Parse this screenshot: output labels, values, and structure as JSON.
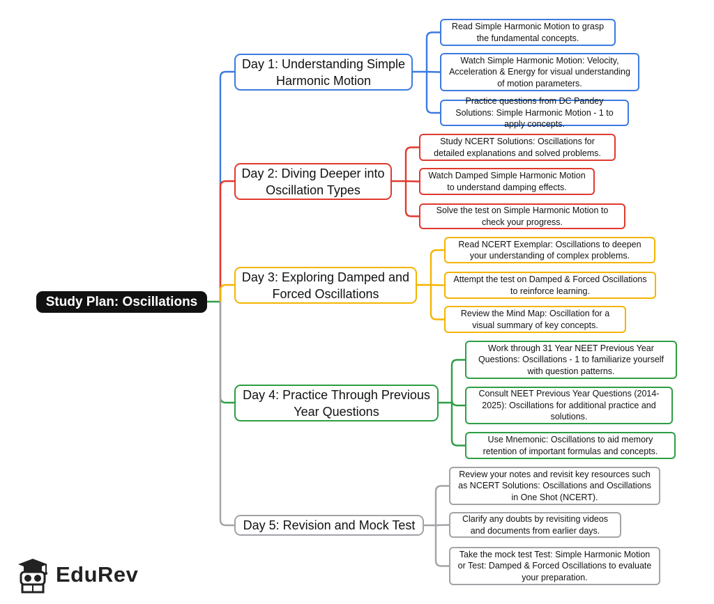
{
  "root": {
    "label": "Study Plan: Oscillations"
  },
  "colors": {
    "day1": "#3b7be0",
    "day2": "#e0392f",
    "day3": "#f4b400",
    "day4": "#2e9e44",
    "day5": "#a3a3a8"
  },
  "days": [
    {
      "label": "Day 1: Understanding Simple Harmonic Motion",
      "tasks": [
        "Read Simple Harmonic Motion to grasp the fundamental concepts.",
        "Watch Simple Harmonic Motion: Velocity, Acceleration & Energy for visual understanding of motion parameters.",
        "Practice questions from DC Pandey Solutions: Simple Harmonic Motion - 1 to apply concepts."
      ]
    },
    {
      "label": "Day 2: Diving Deeper into Oscillation Types",
      "tasks": [
        "Study NCERT Solutions: Oscillations for detailed explanations and solved problems.",
        "Watch Damped Simple Harmonic Motion to understand damping effects.",
        "Solve the test on Simple Harmonic Motion to check your progress."
      ]
    },
    {
      "label": "Day 3: Exploring Damped and Forced Oscillations",
      "tasks": [
        "Read NCERT Exemplar: Oscillations to deepen your understanding of complex problems.",
        "Attempt the test on Damped & Forced Oscillations to reinforce learning.",
        "Review the Mind Map: Oscillation for a visual summary of key concepts."
      ]
    },
    {
      "label": "Day 4: Practice Through Previous Year Questions",
      "tasks": [
        "Work through 31 Year NEET Previous Year Questions: Oscillations - 1 to familiarize yourself with question patterns.",
        "Consult NEET Previous Year Questions (2014-2025): Oscillations for additional practice and solutions.",
        "Use Mnemonic: Oscillations to aid memory retention of important formulas and concepts."
      ]
    },
    {
      "label": "Day 5: Revision and Mock Test",
      "tasks": [
        "Review your notes and revisit key resources such as NCERT Solutions: Oscillations and Oscillations in One Shot (NCERT).",
        "Clarify any doubts by revisiting videos and documents from earlier days.",
        "Take the mock test Test: Simple Harmonic Motion or Test: Damped & Forced Oscillations to evaluate your preparation."
      ]
    }
  ],
  "logo": {
    "text": "EduRev",
    "icon": "graduation-cap-icon"
  }
}
